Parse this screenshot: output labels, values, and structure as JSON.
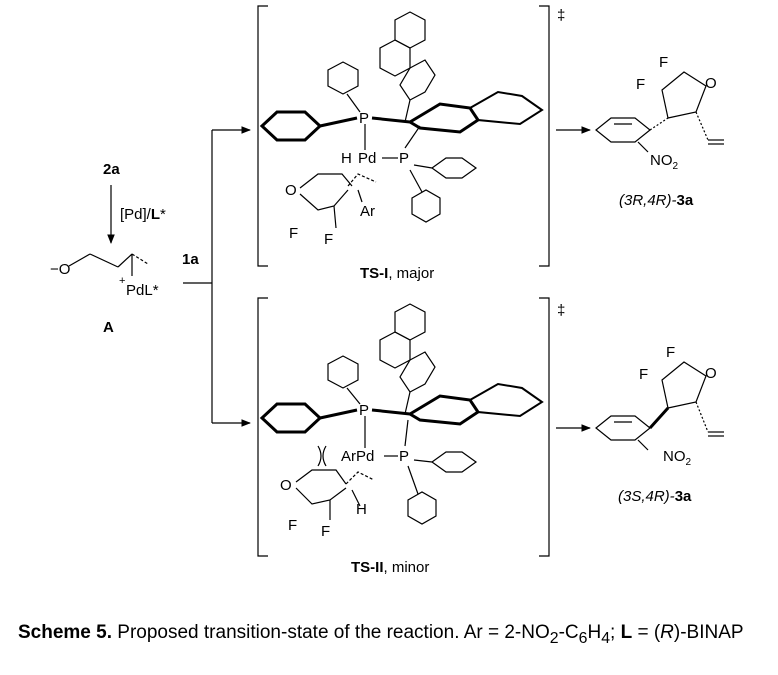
{
  "reagents": {
    "two_a": "2a",
    "pd_cat_prefix": "[Pd]/",
    "pd_cat_L": "L",
    "pd_cat_star": "*",
    "one_a": "1a",
    "intermediate": "A",
    "a_anion": "−O",
    "a_pd": "PdL*",
    "a_plus": "+"
  },
  "ts1": {
    "label_bold": "TS-I",
    "label_rest": ", major",
    "dagger": "‡",
    "atoms": {
      "p1": "P",
      "p2": "P",
      "pd": "Pd",
      "h": "H",
      "ar": "Ar",
      "o": "O",
      "f1": "F",
      "f2": "F"
    }
  },
  "ts2": {
    "label_bold": "TS-II",
    "label_rest": ", minor",
    "dagger": "‡",
    "atoms": {
      "p1": "P",
      "p2": "P",
      "arpd": "ArPd",
      "h": "H",
      "o": "O",
      "f1": "F",
      "f2": "F"
    }
  },
  "product1": {
    "stereo": "(3R,4R)-",
    "bold": "3a",
    "atoms": {
      "f1": "F",
      "f2": "F",
      "o": "O",
      "no2": "NO",
      "sub": "2"
    }
  },
  "product2": {
    "stereo": "(3S,4R)-",
    "bold": "3a",
    "atoms": {
      "f1": "F",
      "f2": "F",
      "o": "O",
      "no2": "NO",
      "sub": "2"
    }
  },
  "caption": {
    "prefix_bold": "Scheme 5.",
    "text1": " Proposed transition-state of the reaction. Ar = 2-NO",
    "sub1": "2",
    "text2": "-C",
    "sub2": "6",
    "text3": "H",
    "sub3": "4",
    "text4": "; ",
    "L_bold": "L",
    "text5": " = (",
    "R_italic": "R",
    "text6": ")-BINAP"
  }
}
